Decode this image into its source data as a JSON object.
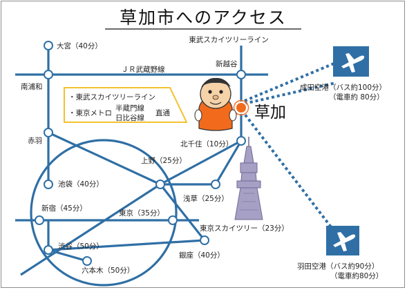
{
  "title": "草加市へのアクセス",
  "main_station": "草加",
  "lines": {
    "jr_musashino": "ＪＲ武蔵野線",
    "tobu_skytree": "東武スカイツリーライン"
  },
  "legend": {
    "line1": "・東武スカイツリーライン",
    "line2_prefix": "・東京メトロ",
    "line2_a": "半蔵門線",
    "line2_b": "日比谷線",
    "line2_suffix": "直通"
  },
  "stations": {
    "omiya": "大宮（40分）",
    "shinkoshigaya": "新越谷",
    "minamiurawa": "南浦和",
    "akabane": "赤羽",
    "kitasenju": "北千住（10分）",
    "ueno": "上野（25分）",
    "ikebukuro": "池袋（40分）",
    "asakusa": "浅草（25分）",
    "shinjuku": "新宿（45分）",
    "tokyo": "東京（35分）",
    "skytree": "東京スカイツリー（23分）",
    "shibuya": "渋谷（50分）",
    "roppongi": "六本木（50分）",
    "ginza": "銀座（40分）"
  },
  "airports": {
    "narita_1": "成田空港（バス約100分）",
    "narita_2": "（電車約 80分）",
    "haneda_1": "羽田空港（バス約90分）",
    "haneda_2": "（電車約80分）"
  },
  "colors": {
    "rail": "#2f6fa5",
    "accent_orange": "#f26b1d",
    "legend_border": "#f2c12e",
    "airport_icon": "#2f6fa5",
    "tower": "#a6a0c4"
  },
  "icons": [
    "airplane-icon",
    "mascot-icon",
    "skytree-tower-icon"
  ]
}
